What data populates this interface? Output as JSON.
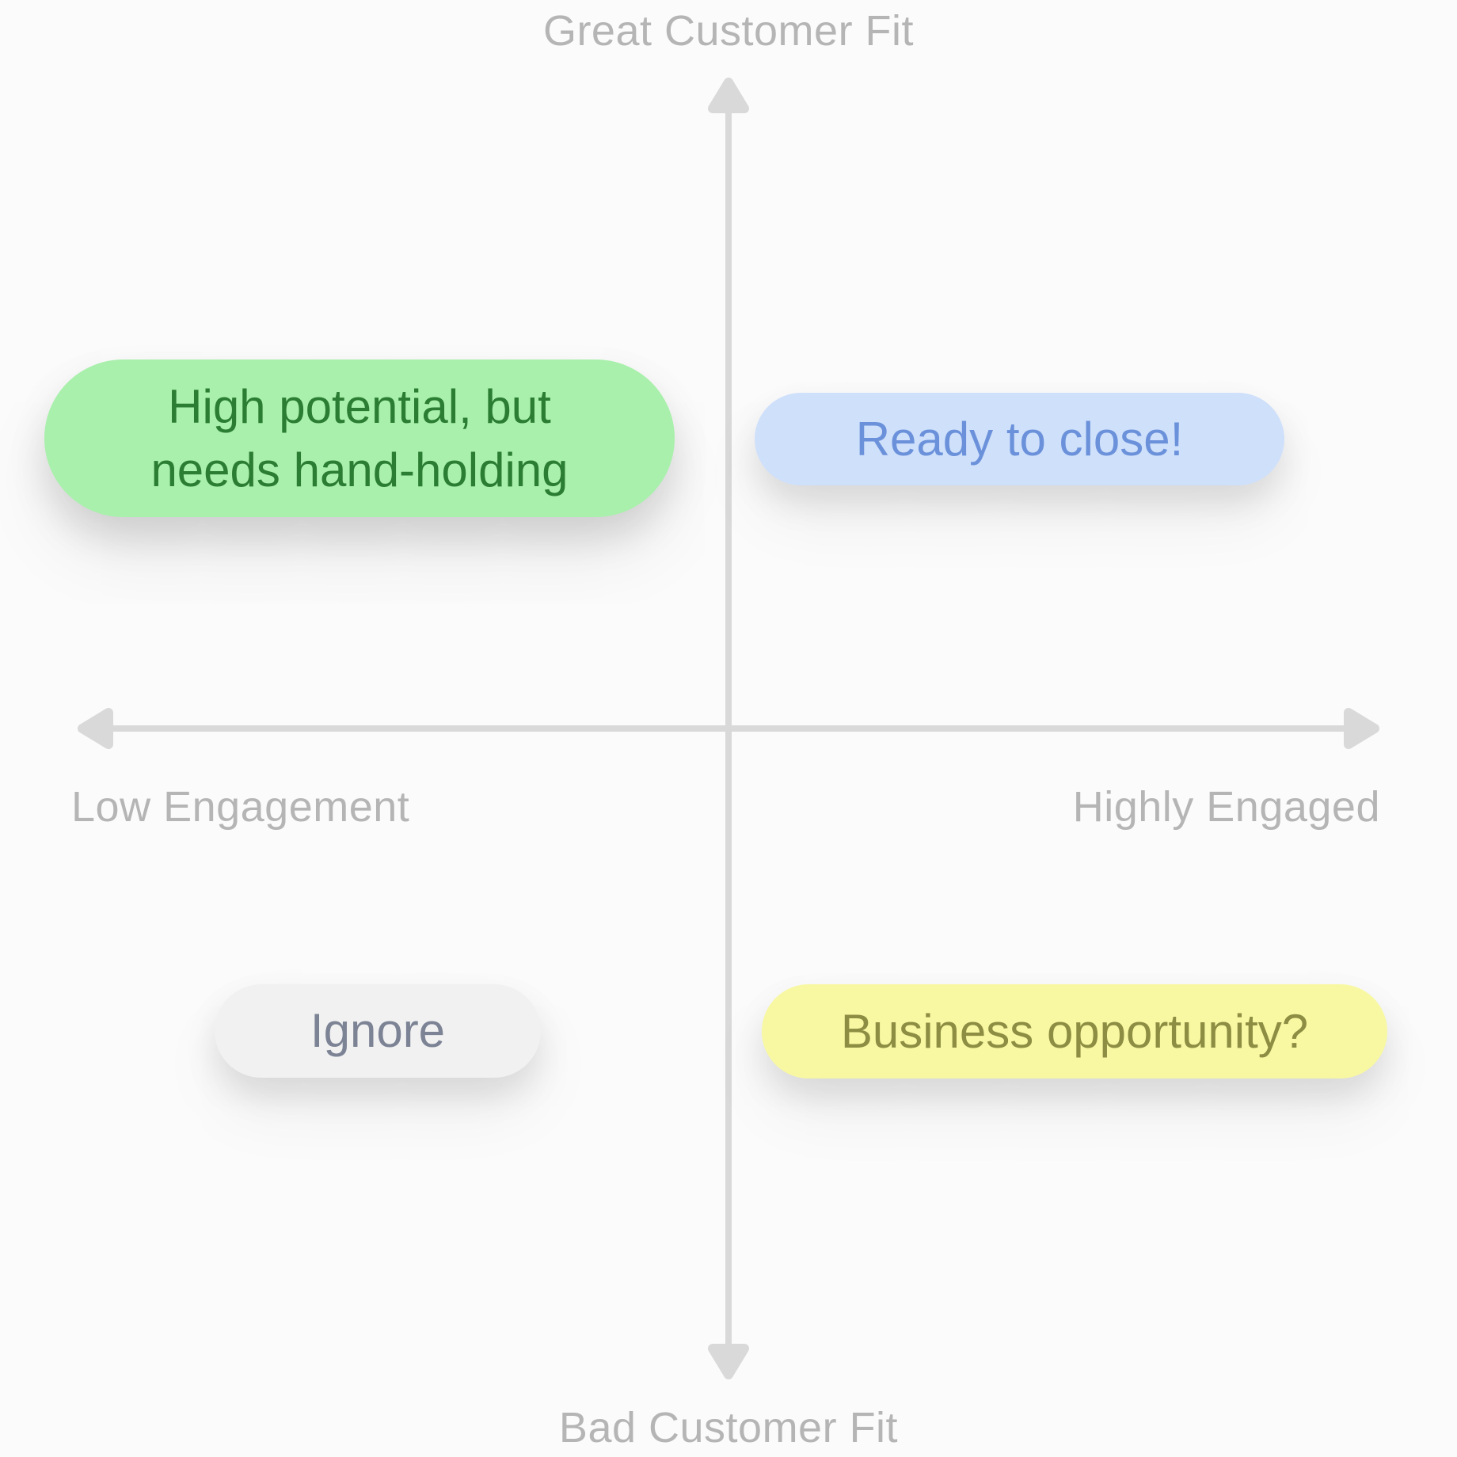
{
  "diagram": {
    "type": "2x2-quadrant-matrix",
    "axes": {
      "top": "Great Customer Fit",
      "bottom": "Bad Customer Fit",
      "left": "Low Engagement",
      "right": "Highly Engaged"
    },
    "quadrants": [
      {
        "position": "top-left",
        "label": "High potential, but needs hand-holding",
        "bg_color": "#a9f0ac",
        "text_color": "#2b7d33"
      },
      {
        "position": "top-right",
        "label": "Ready to close!",
        "bg_color": "#cfe0fb",
        "text_color": "#6a91da"
      },
      {
        "position": "bottom-left",
        "label": "Ignore",
        "bg_color": "#f1f1f2",
        "text_color": "#7c8394"
      },
      {
        "position": "bottom-right",
        "label": "Business opportunity?",
        "bg_color": "#f8f8a2",
        "text_color": "#8d8d43"
      }
    ],
    "colors": {
      "background": "#fbfbfb",
      "axis": "#d9d9d9",
      "axis_label": "#b5b5b5"
    }
  }
}
